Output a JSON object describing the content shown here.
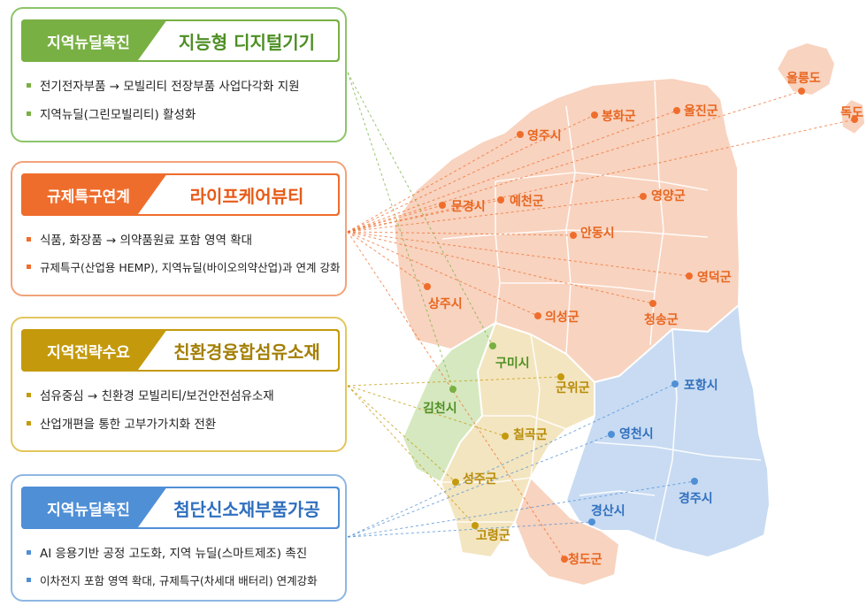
{
  "panels": [
    {
      "tag": "지역뉴딜촉진",
      "title": "지능형 디지털기기",
      "bullets": [
        "전기전자부품 → 모빌리티 전장부품 사업다각화 지원",
        "지역뉴딜(그린모빌리티) 활성화"
      ]
    },
    {
      "tag": "규제특구연계",
      "title": "라이프케어뷰티",
      "bullets": [
        "식품, 화장품 → 의약품원료 포함 영역 확대",
        "규제특구(산업용 HEMP), 지역뉴딜(바이오의약산업)과 연계 강화"
      ]
    },
    {
      "tag": "지역전략수요",
      "title": "친환경융합섬유소재",
      "bullets": [
        "섬유중심 → 친환경 모빌리티/보건안전섬유소재",
        "산업개편을 통한 고부가가치화 전환"
      ]
    },
    {
      "tag": "지역뉴딜촉진",
      "title": "첨단신소재부품가공",
      "bullets": [
        "AI 응용기반 공정 고도화, 지역 뉴딜(스마트제조) 촉진",
        "이차전지 포함 영역 확대, 규제특구(차세대 배터리) 연계강화"
      ]
    }
  ],
  "regions": {
    "yeongju": "영주시",
    "bonghwa": "봉화군",
    "uljin": "울진군",
    "ulleung": "울릉도",
    "dokdo": "독도",
    "mungyeong": "문경시",
    "yecheon": "예천군",
    "yeongyang": "영양군",
    "andong": "안동시",
    "yeongdeok": "영덕군",
    "sangju": "상주시",
    "uiseong": "의성군",
    "cheongsong": "청송군",
    "gumi": "구미시",
    "gunwi": "군위군",
    "gimcheon": "김천시",
    "chilgok": "칠곡군",
    "pohang": "포항시",
    "yeongcheon": "영천시",
    "seongju": "성주군",
    "gyeongju": "경주시",
    "gyeongsan": "경산시",
    "goryeong": "고령군",
    "cheongdo": "청도군"
  },
  "colors": {
    "green": "#78b043",
    "orange": "#ef6d2c",
    "yellow": "#c49a0c",
    "blue": "#4f8fd6",
    "map_orange": "#f8d3bf",
    "map_green": "#d6e8bf",
    "map_yellow": "#f3e5bf",
    "map_blue": "#c8dbf2"
  }
}
